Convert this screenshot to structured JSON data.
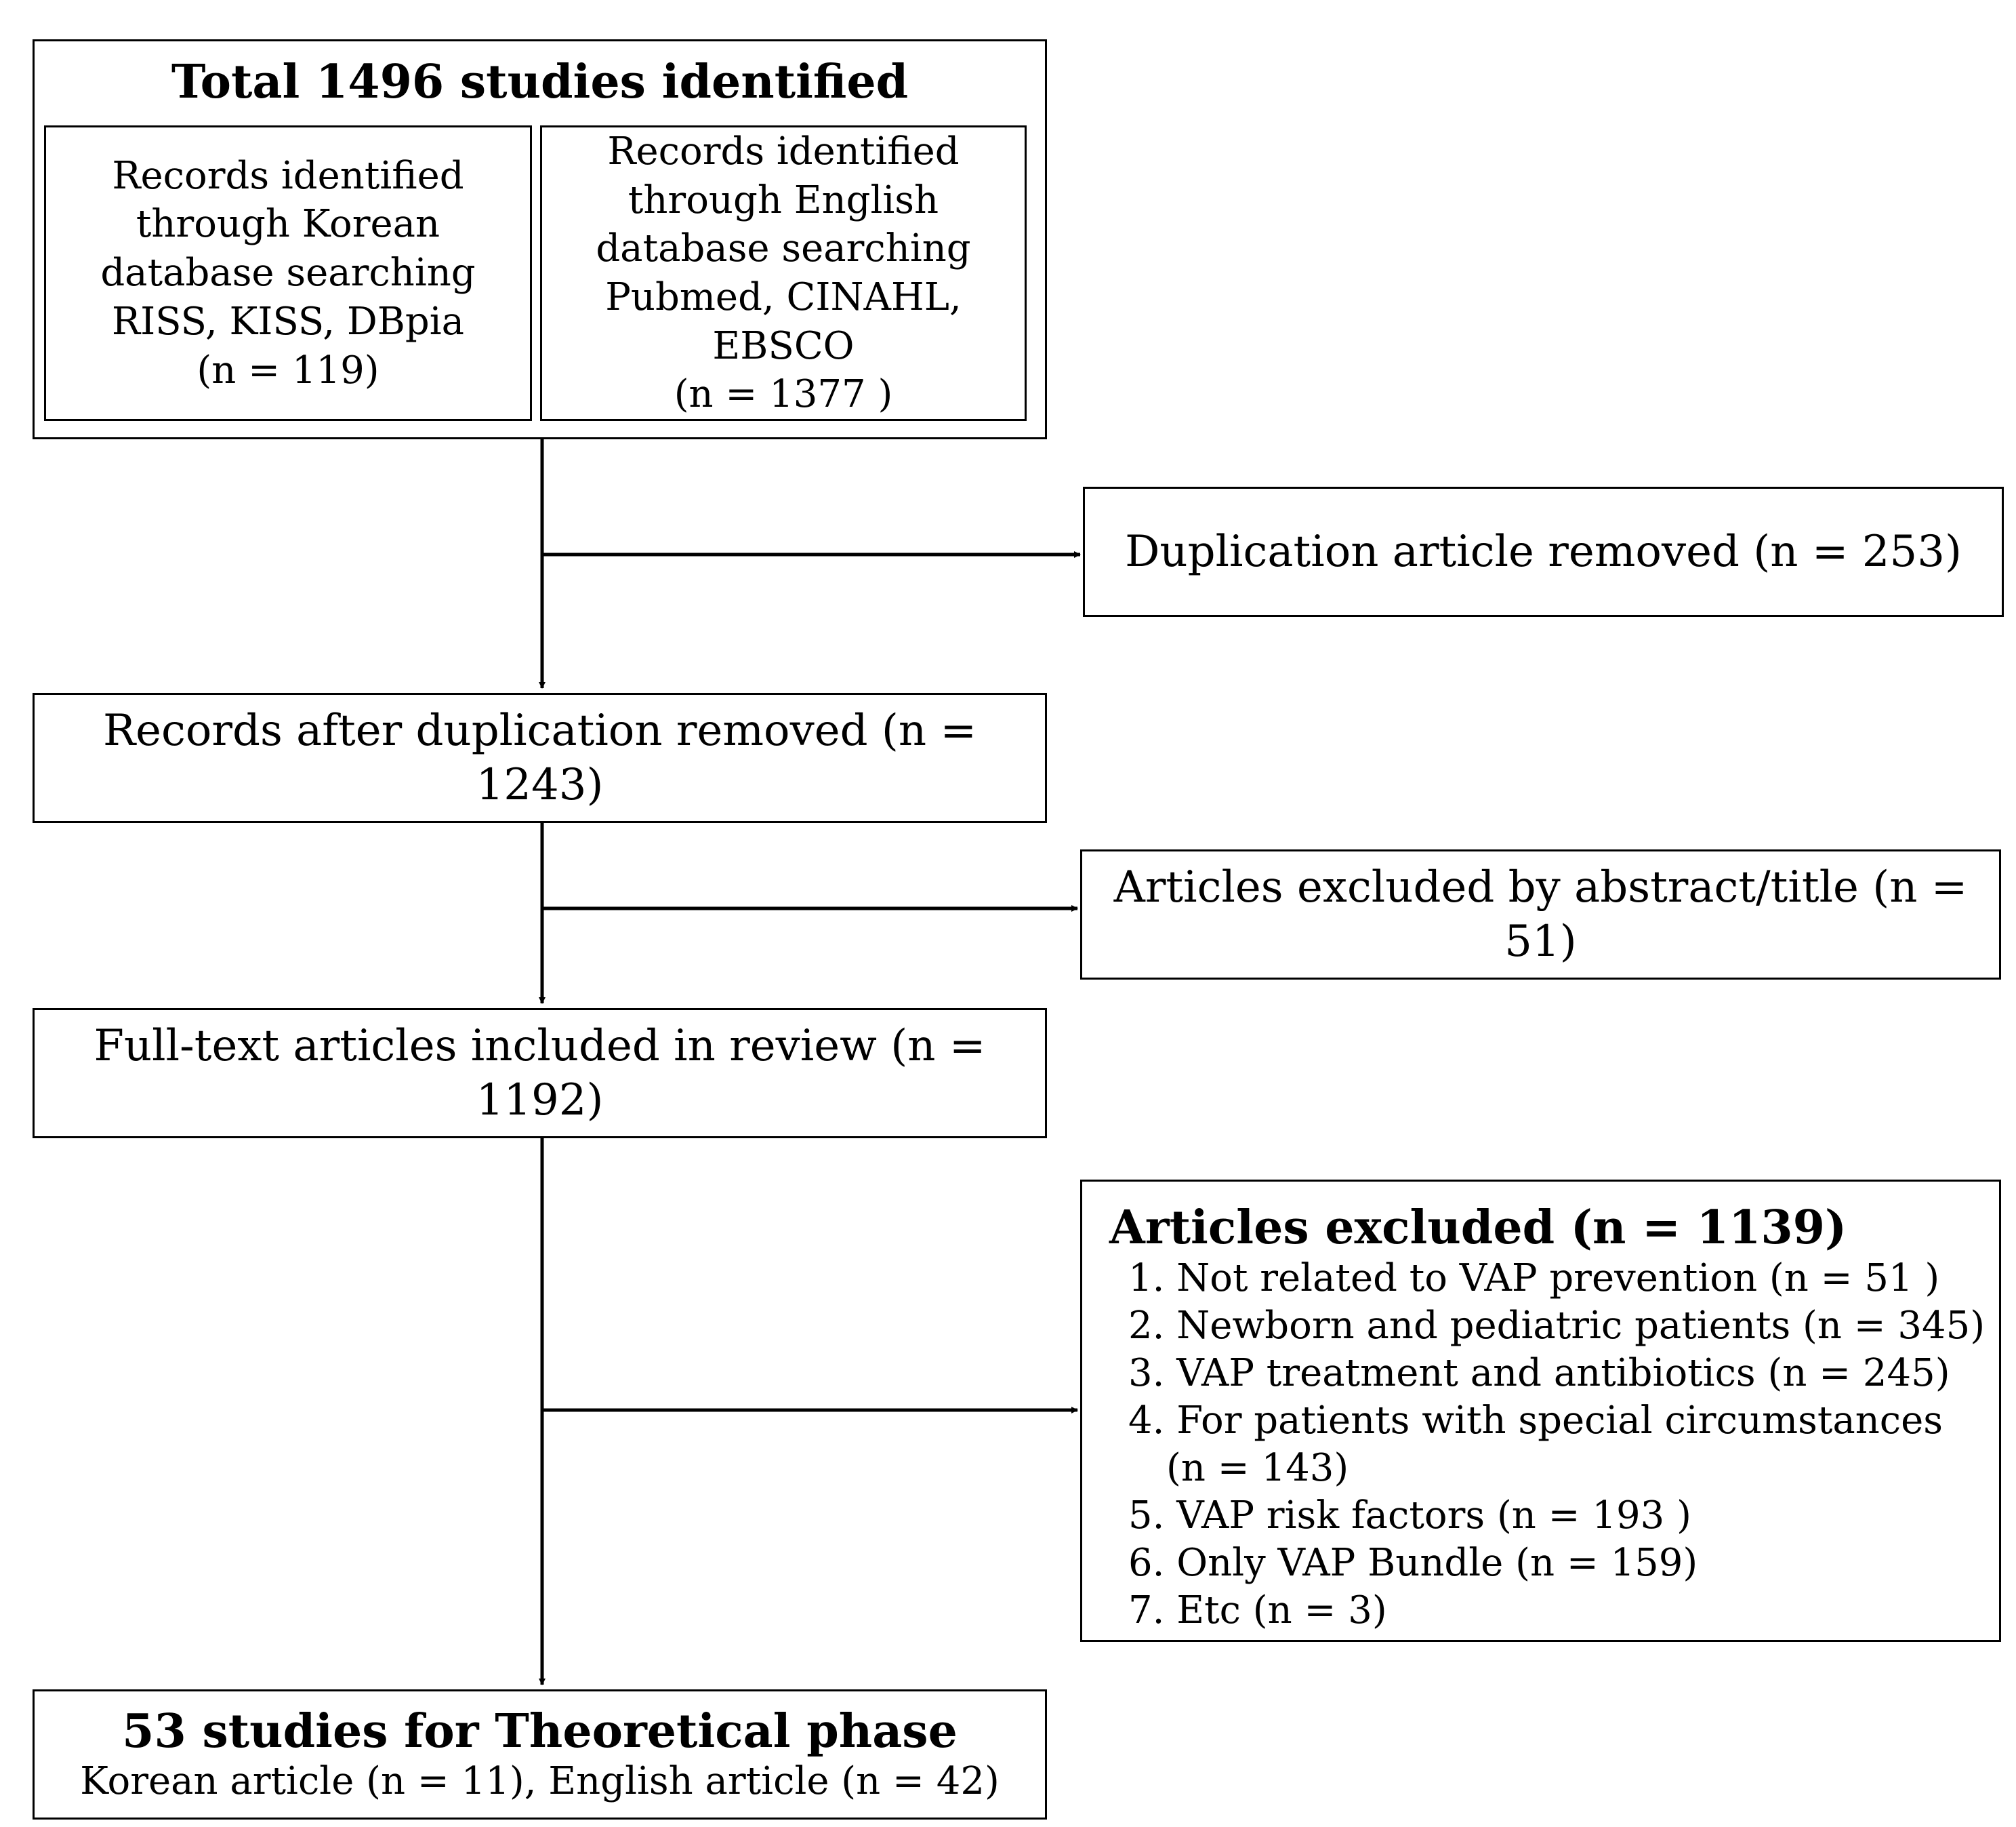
{
  "total": {
    "title": "Total 1496 studies identified",
    "korean": [
      "Records identified",
      "through Korean",
      "database searching",
      "RISS, KISS, DBpia",
      "(n = 119)"
    ],
    "english": [
      "Records identified",
      "through English",
      "database searching",
      "Pubmed, CINAHL,",
      "EBSCO",
      "(n = 1377 )"
    ]
  },
  "duplication_removed": "Duplication article removed (n = 253)",
  "after_duplication": "Records after duplication removed (n = 1243)",
  "excluded_abstract": "Articles excluded by abstract/title (n = 51)",
  "full_text": "Full-text articles included in review (n = 1192)",
  "excluded": {
    "title": "Articles excluded (n = 1139)",
    "items": [
      "1. Not related to VAP prevention (n = 51 )",
      "2. Newborn and pediatric patients (n = 345)",
      "3. VAP treatment and antibiotics (n = 245)",
      "4. For patients with special circumstances",
      "(n = 143)",
      "5. VAP risk factors (n = 193 )",
      "6. Only VAP Bundle (n = 159)",
      "7. Etc (n = 3)"
    ]
  },
  "final": {
    "title": "53 studies for Theoretical phase",
    "subtitle": "Korean article (n = 11), English article (n = 42)"
  }
}
